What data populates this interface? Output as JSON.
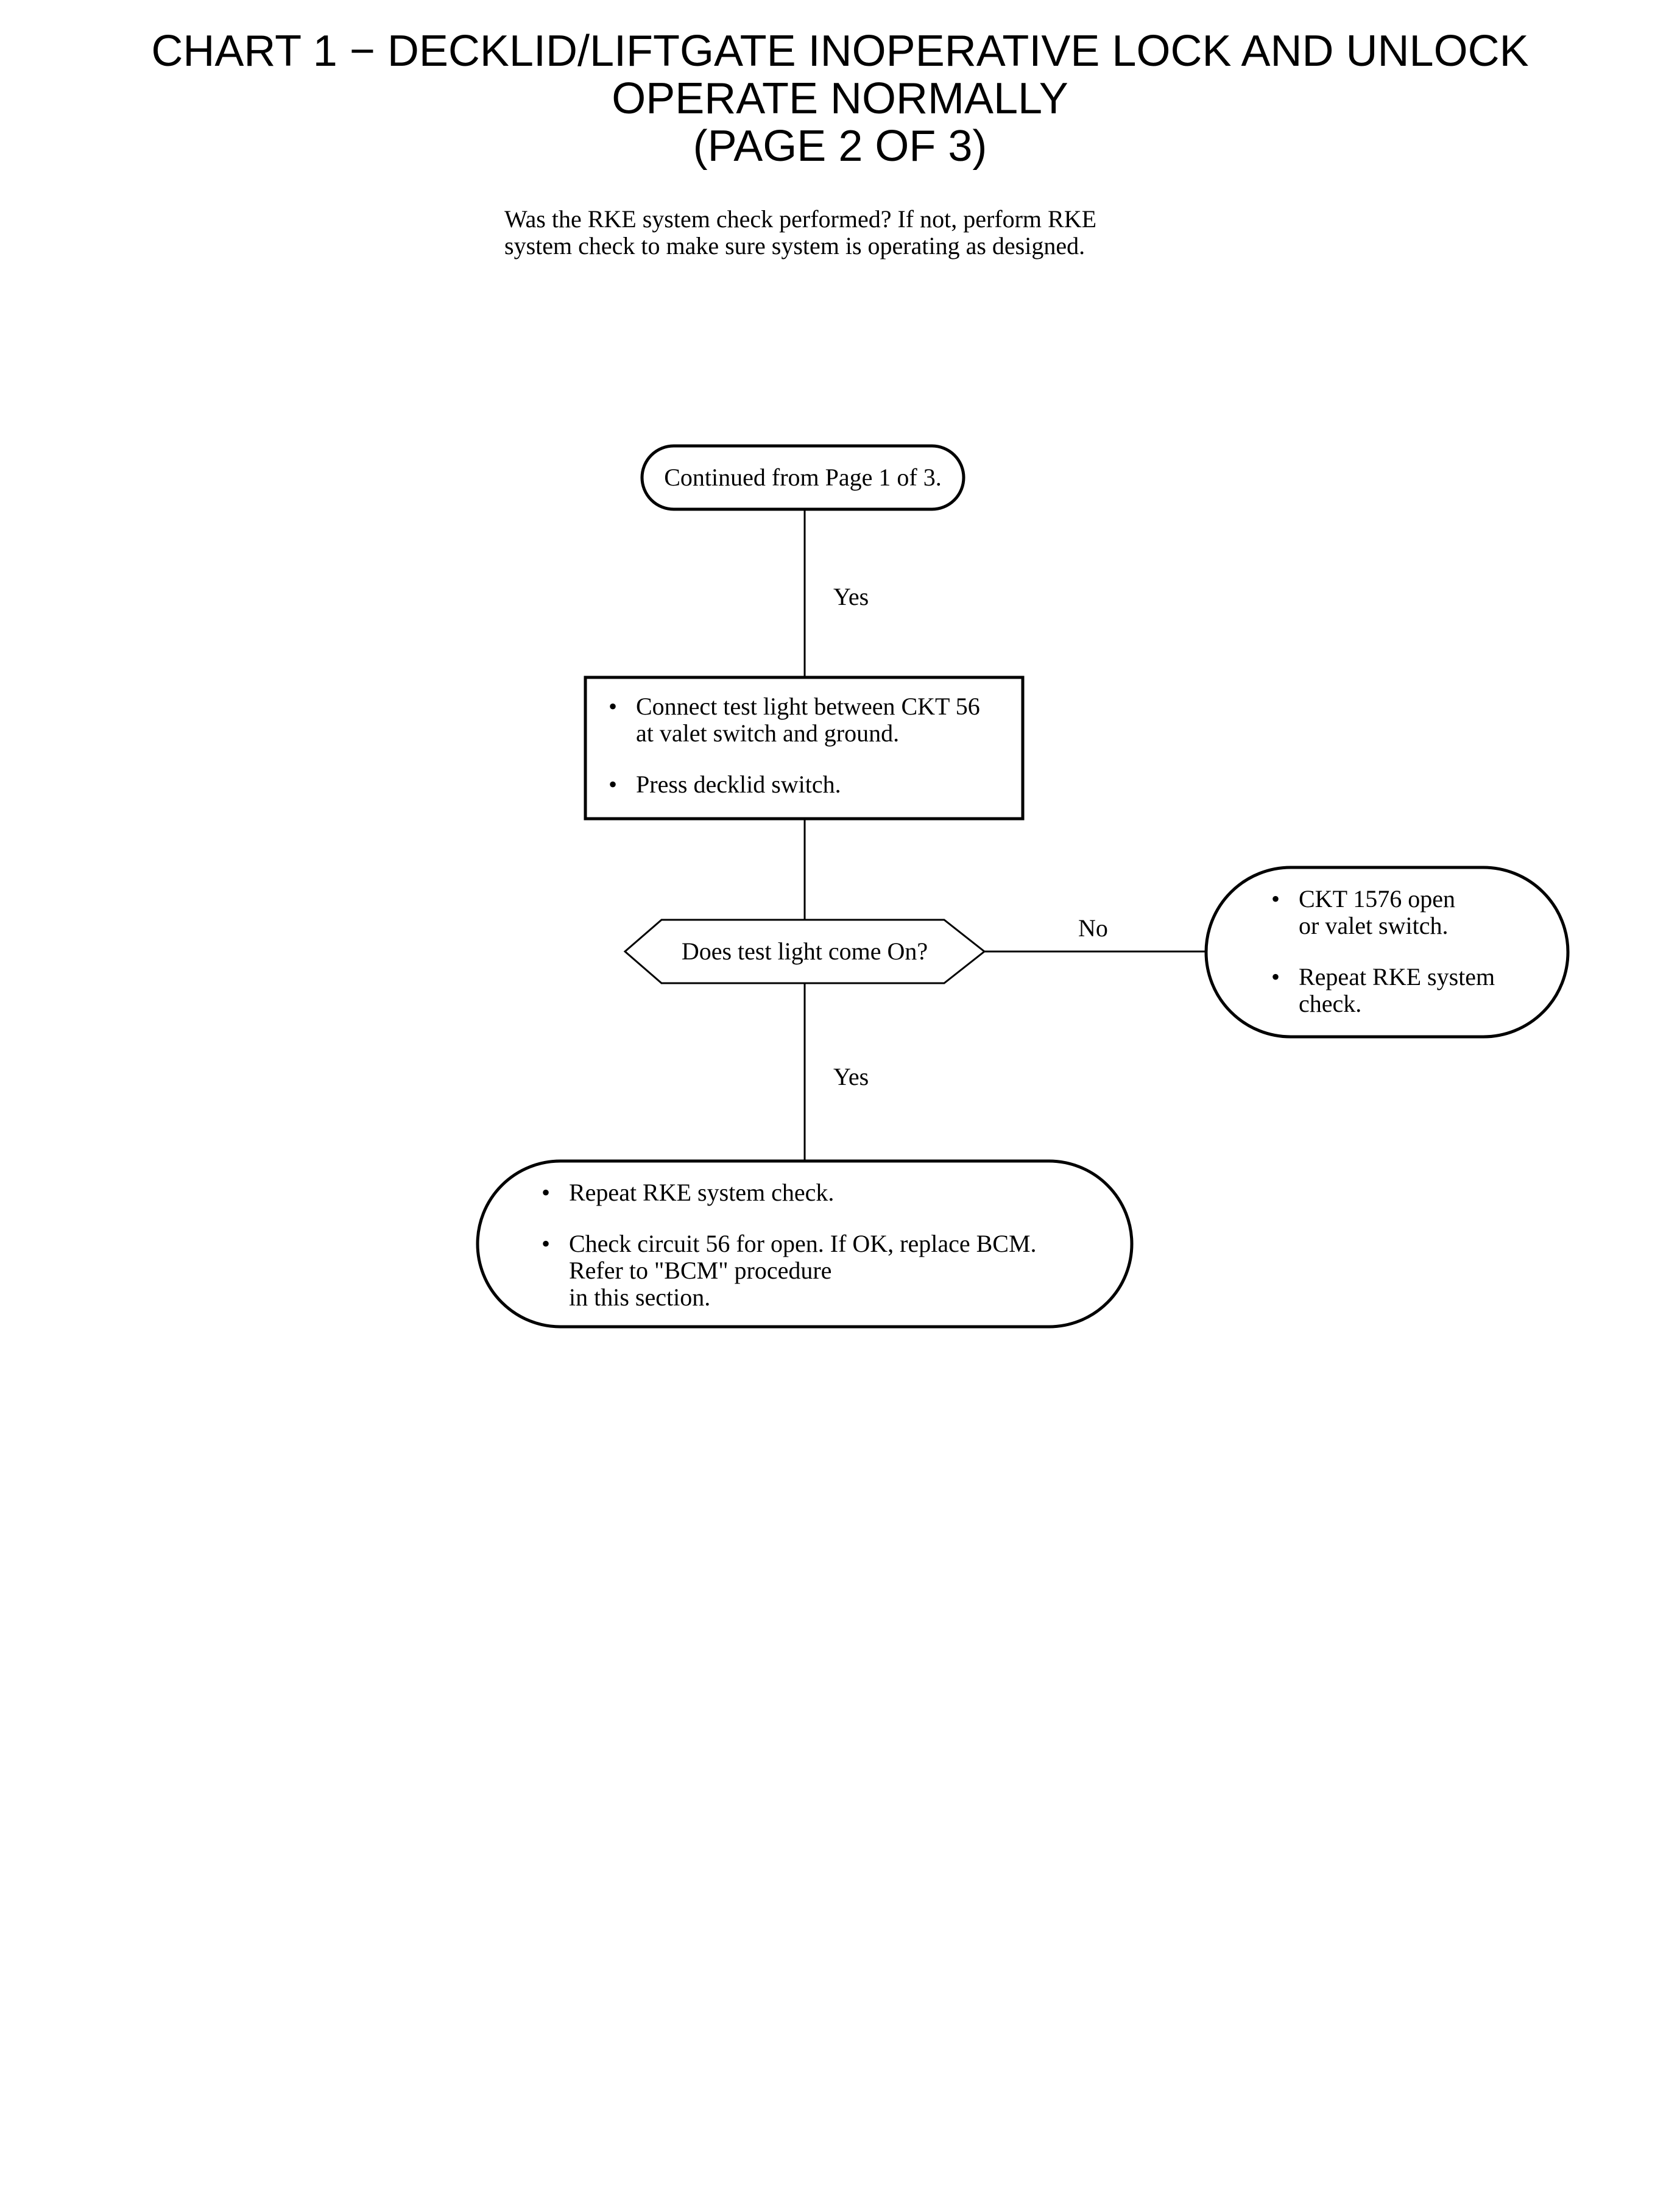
{
  "title": {
    "line1": "CHART 1 − DECKLID/LIFTGATE INOPERATIVE LOCK AND UNLOCK",
    "line2": "OPERATE NORMALLY",
    "line3": "(PAGE 2 OF 3)"
  },
  "intro": {
    "line1": "Was the RKE system check performed?  If not, perform RKE",
    "line2": "system check to make sure system is operating as designed."
  },
  "flow": {
    "start": "Continued from Page 1 of 3.",
    "yes_label_1": "Yes",
    "step1": {
      "bullets": [
        {
          "line1": "Connect test light between CKT 56",
          "line2": "at valet switch and ground."
        },
        {
          "line1": "Press decklid switch."
        }
      ]
    },
    "decision": "Does test light come On?",
    "no_label": "No",
    "no_result": {
      "bullets": [
        {
          "line1": "CKT 1576 open",
          "line2": "or valet switch."
        },
        {
          "line1": "Repeat RKE system",
          "line2": "check."
        }
      ]
    },
    "yes_label_2": "Yes",
    "yes_result": {
      "bullets": [
        {
          "line1": "Repeat RKE system check."
        },
        {
          "line1": "Check circuit 56 for open.  If OK, replace BCM.",
          "line2": "Refer to \"BCM\" procedure",
          "line3": "in this section."
        }
      ]
    },
    "bullet_glyph": "•"
  }
}
